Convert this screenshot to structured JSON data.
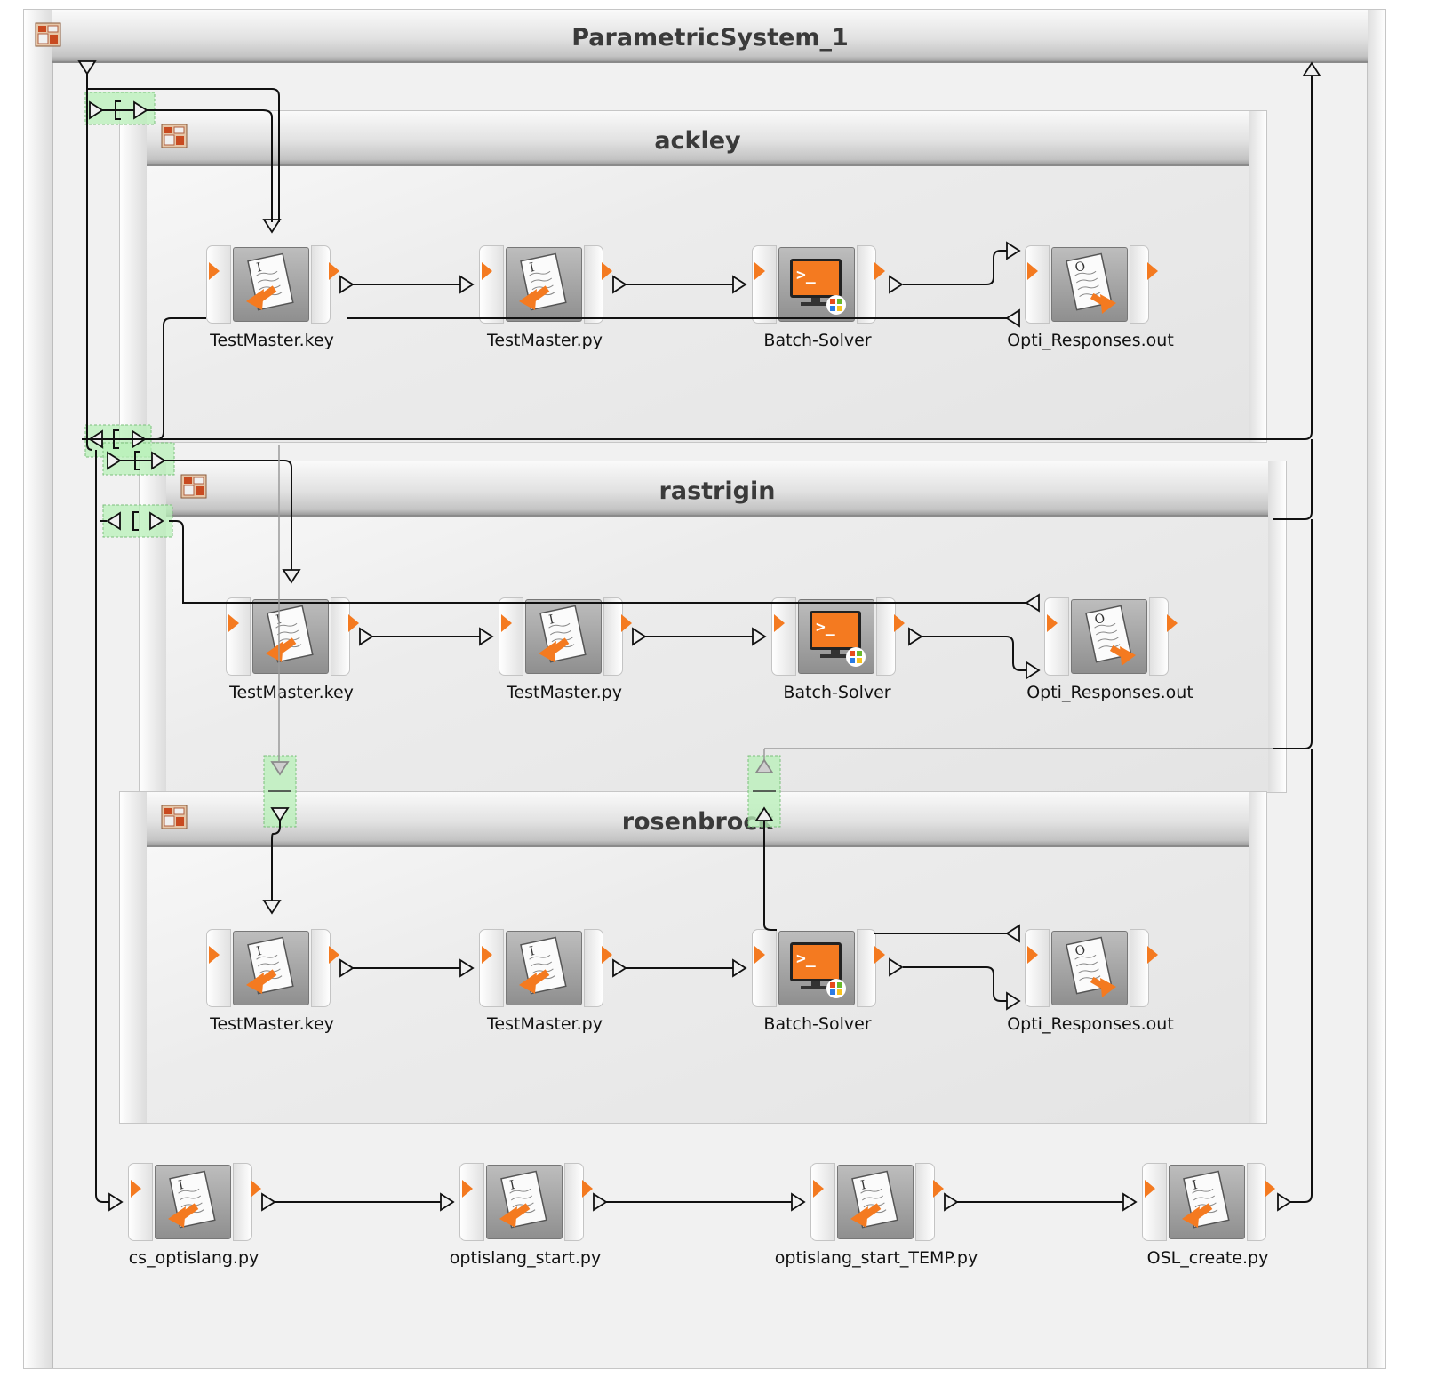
{
  "system": {
    "title": "ParametricSystem_1"
  },
  "subsystems": [
    {
      "title": "ackley",
      "nodes": [
        "TestMaster.key",
        "TestMaster.py",
        "Batch-Solver",
        "Opti_Responses.out"
      ]
    },
    {
      "title": "rastrigin",
      "nodes": [
        "TestMaster.key",
        "TestMaster.py",
        "Batch-Solver",
        "Opti_Responses.out"
      ]
    },
    {
      "title": "rosenbrock",
      "nodes": [
        "TestMaster.key",
        "TestMaster.py",
        "Batch-Solver",
        "Opti_Responses.out"
      ]
    }
  ],
  "scripts": [
    "cs_optislang.py",
    "optislang_start.py",
    "optislang_start_TEMP.py",
    "OSL_create.py"
  ],
  "icons": {
    "text_node": "script-document-icon",
    "solver_node": "batch-terminal-icon",
    "output_node": "output-document-icon",
    "system": "system-container-icon"
  },
  "colors": {
    "accent": "#f47a20",
    "slot": "#b8f0b8",
    "wire": "#111111"
  }
}
